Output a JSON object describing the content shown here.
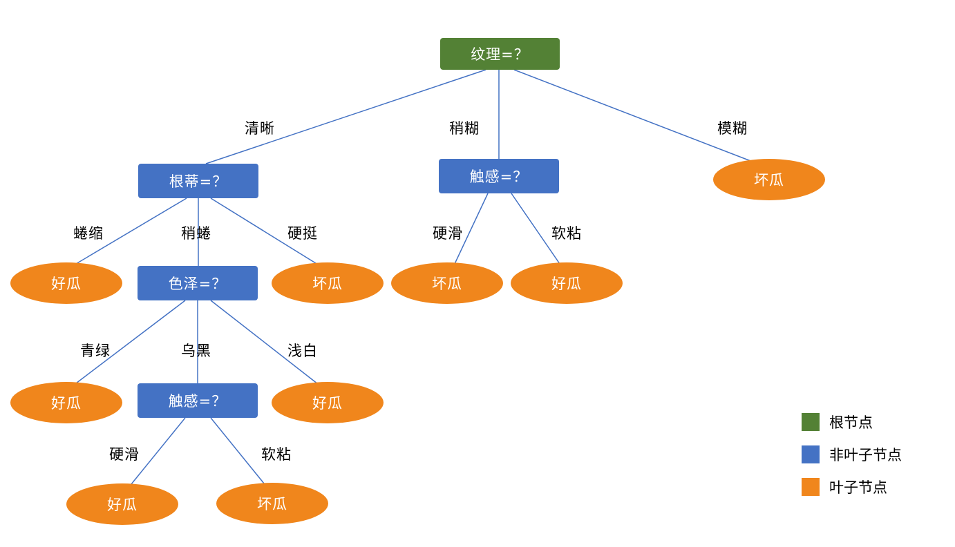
{
  "colors": {
    "root_node": "#538135",
    "internal_node": "#4472C4",
    "leaf_node": "#F0861C",
    "edge_line": "#4472C4",
    "edge_label_text": "#000000",
    "node_text": "#FFFFFF",
    "background": "#FFFFFF"
  },
  "nodes": [
    {
      "label": "纹理=？",
      "kind": "root"
    },
    {
      "label": "根蒂=？",
      "kind": "internal"
    },
    {
      "label": "触感=？",
      "kind": "internal"
    },
    {
      "label": "坏瓜",
      "kind": "leaf"
    },
    {
      "label": "好瓜",
      "kind": "leaf"
    },
    {
      "label": "色泽=？",
      "kind": "internal"
    },
    {
      "label": "坏瓜",
      "kind": "leaf"
    },
    {
      "label": "坏瓜",
      "kind": "leaf"
    },
    {
      "label": "好瓜",
      "kind": "leaf"
    },
    {
      "label": "好瓜",
      "kind": "leaf"
    },
    {
      "label": "触感=？",
      "kind": "internal"
    },
    {
      "label": "好瓜",
      "kind": "leaf"
    },
    {
      "label": "好瓜",
      "kind": "leaf"
    },
    {
      "label": "坏瓜",
      "kind": "leaf"
    }
  ],
  "edge_labels": [
    {
      "label": "清晰"
    },
    {
      "label": "稍糊"
    },
    {
      "label": "模糊"
    },
    {
      "label": "蜷缩"
    },
    {
      "label": "稍蜷"
    },
    {
      "label": "硬挺"
    },
    {
      "label": "硬滑"
    },
    {
      "label": "软粘"
    },
    {
      "label": "青绿"
    },
    {
      "label": "乌黑"
    },
    {
      "label": "浅白"
    },
    {
      "label": "硬滑"
    },
    {
      "label": "软粘"
    }
  ],
  "legend": {
    "items": [
      {
        "label": "根节点",
        "color": "#538135"
      },
      {
        "label": "非叶子节点",
        "color": "#4472C4"
      },
      {
        "label": "叶子节点",
        "color": "#F0861C"
      }
    ]
  }
}
